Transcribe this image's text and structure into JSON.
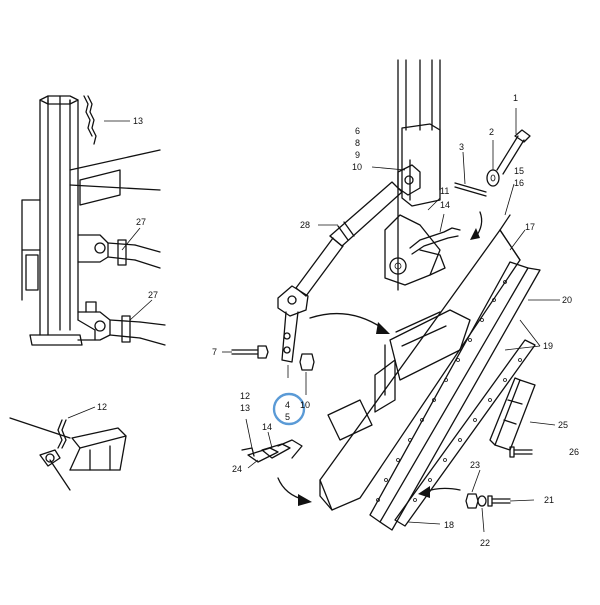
{
  "callouts": [
    {
      "id": "c1",
      "text": "1"
    },
    {
      "id": "c2",
      "text": "2"
    },
    {
      "id": "c3",
      "text": "3"
    },
    {
      "id": "c6",
      "text": "6"
    },
    {
      "id": "c8",
      "text": "8"
    },
    {
      "id": "c9",
      "text": "9"
    },
    {
      "id": "c10a",
      "text": "10"
    },
    {
      "id": "c11",
      "text": "11"
    },
    {
      "id": "c14a",
      "text": "14"
    },
    {
      "id": "c15",
      "text": "15"
    },
    {
      "id": "c16",
      "text": "16"
    },
    {
      "id": "c17",
      "text": "17"
    },
    {
      "id": "c13a",
      "text": "13"
    },
    {
      "id": "c27a",
      "text": "27"
    },
    {
      "id": "c27b",
      "text": "27"
    },
    {
      "id": "c28",
      "text": "28"
    },
    {
      "id": "c20",
      "text": "20"
    },
    {
      "id": "c19",
      "text": "19"
    },
    {
      "id": "c7",
      "text": "7"
    },
    {
      "id": "c12a",
      "text": "12"
    },
    {
      "id": "c12b",
      "text": "12"
    },
    {
      "id": "c13b",
      "text": "13"
    },
    {
      "id": "c4",
      "text": "4"
    },
    {
      "id": "c5",
      "text": "5"
    },
    {
      "id": "c10b",
      "text": "10"
    },
    {
      "id": "c14b",
      "text": "14"
    },
    {
      "id": "c24",
      "text": "24"
    },
    {
      "id": "c25",
      "text": "25"
    },
    {
      "id": "c26",
      "text": "26"
    },
    {
      "id": "c23",
      "text": "23"
    },
    {
      "id": "c21",
      "text": "21"
    },
    {
      "id": "c22",
      "text": "22"
    },
    {
      "id": "c18",
      "text": "18"
    }
  ],
  "highlight": {
    "callout": "4",
    "color": "#5a9ad6"
  }
}
